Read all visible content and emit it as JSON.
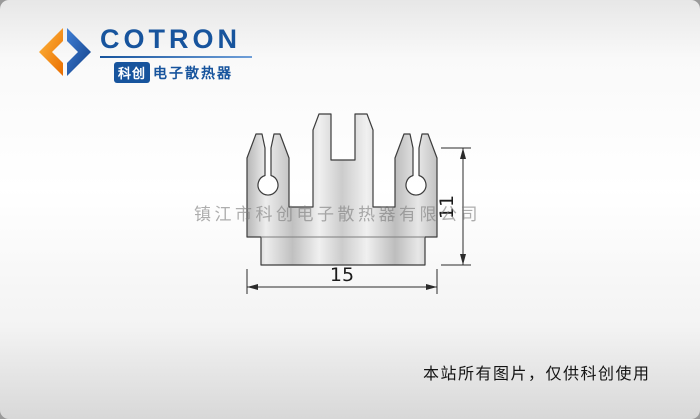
{
  "logo": {
    "brand": "COTRON",
    "subtitle_tag": "科创",
    "subtitle_text": "电子散热器",
    "brand_color": "#17549d",
    "accent_color": "#ee7a00"
  },
  "watermark": {
    "text": "镇江市科创电子散热器有限公司"
  },
  "drawing": {
    "type": "heatsink-extrusion-cross-section",
    "dim_width": "15",
    "dim_height": "11",
    "outline_color": "#3c3c3c",
    "metal_light": "#f0f0f0",
    "metal_dark": "#b5b5b5"
  },
  "footer": {
    "note": "本站所有图片，仅供科创使用"
  }
}
